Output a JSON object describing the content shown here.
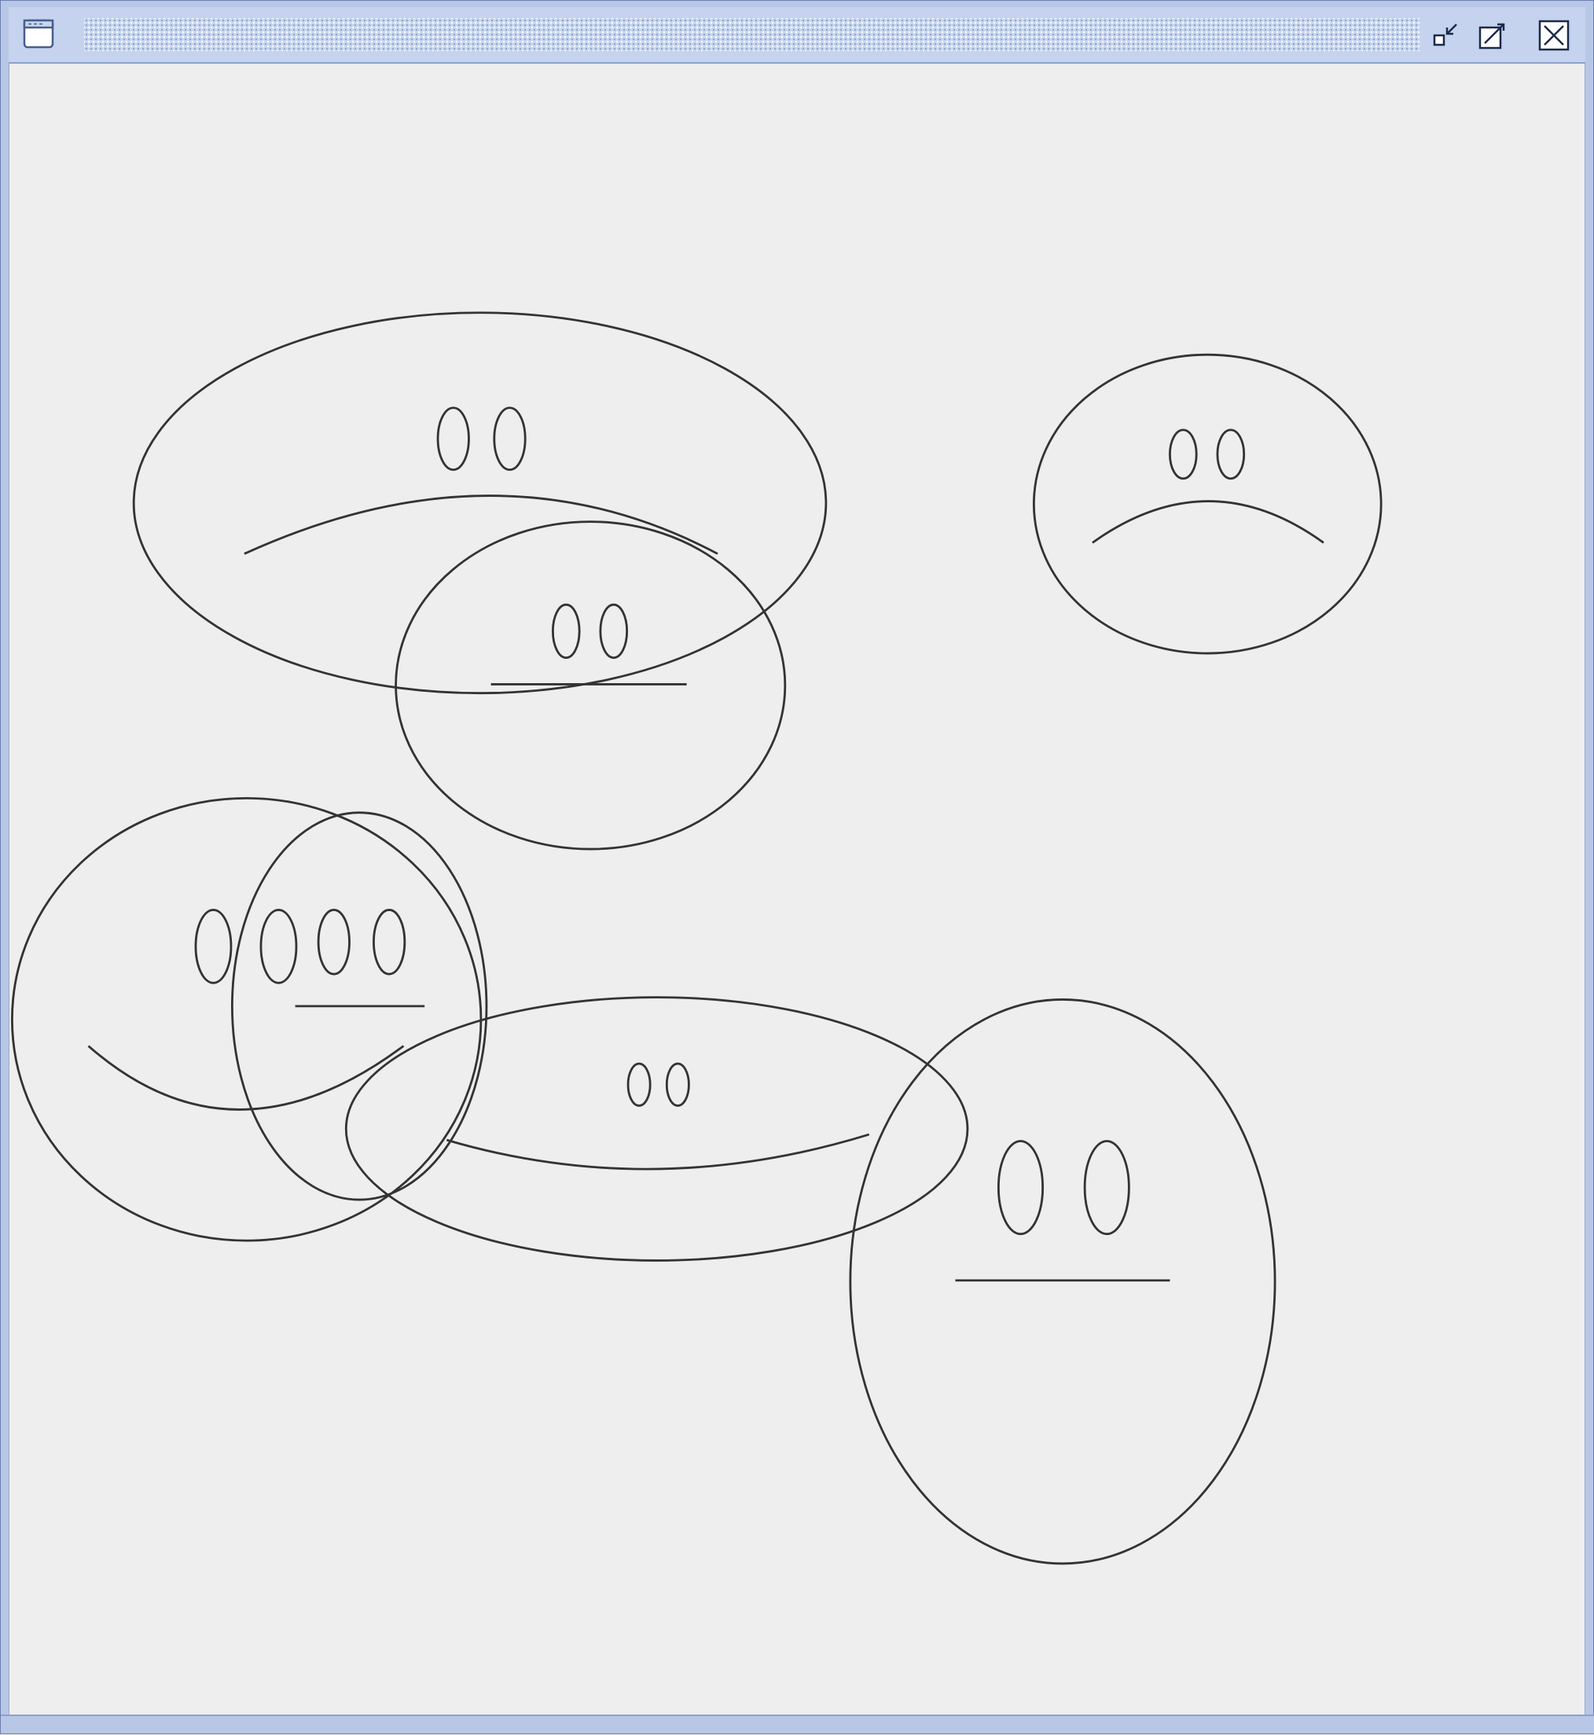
{
  "window": {
    "title": "",
    "controls": {
      "iconify_icon": "iconify-icon",
      "maximize_icon": "maximize-icon",
      "close_icon": "close-icon"
    }
  },
  "faces": [
    {
      "id": "face-1",
      "mouth": "smile-arc",
      "eyes": 2
    },
    {
      "id": "face-2",
      "mouth": "straight",
      "eyes": 2
    },
    {
      "id": "face-3",
      "mouth": "frown",
      "eyes": 2
    },
    {
      "id": "face-4",
      "mouth": "smile",
      "eyes": 2
    },
    {
      "id": "face-5",
      "mouth": "straight",
      "eyes": 2
    },
    {
      "id": "face-6",
      "mouth": "smile",
      "eyes": 2
    },
    {
      "id": "face-7",
      "mouth": "straight",
      "eyes": 2
    }
  ],
  "colors": {
    "background": "#eeeeee",
    "stroke": "#333333",
    "titlebar": "#c5d3ee"
  }
}
